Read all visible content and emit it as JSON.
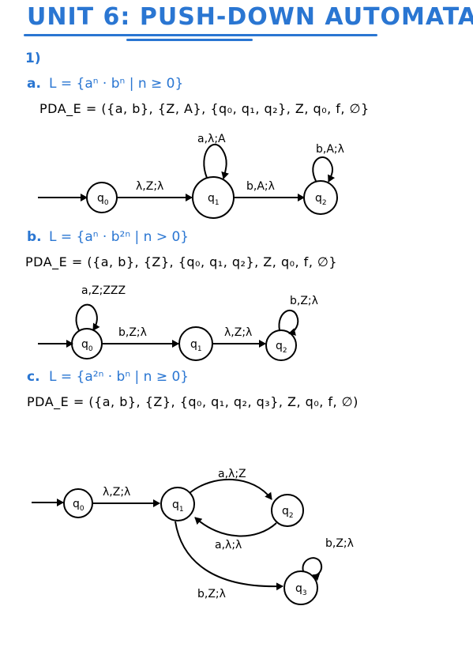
{
  "title": "UNIT 6: PUSH-DOWN AUTOMATA",
  "exercise": "1)",
  "parts": [
    {
      "label": "a.",
      "language": "L = {aⁿ · bⁿ | n ≥ 0}",
      "pda": "PDA_E = ({a, b}, {Z, A}, {q₀, q₁, q₂}, Z, q₀, f, ∅}",
      "states": [
        "q0",
        "q1",
        "q2"
      ],
      "transitions": [
        {
          "from": "q0",
          "to": "q1",
          "label": "λ,Z;λ"
        },
        {
          "from": "q1",
          "to": "q1",
          "label": "a,λ;A"
        },
        {
          "from": "q1",
          "to": "q2",
          "label": "b,A;λ"
        },
        {
          "from": "q2",
          "to": "q2",
          "label": "b,A;λ"
        }
      ]
    },
    {
      "label": "b.",
      "language": "L = {aⁿ · b²ⁿ | n > 0}",
      "pda": "PDA_E = ({a, b}, {Z}, {q₀, q₁, q₂}, Z, q₀, f, ∅}",
      "states": [
        "q0",
        "q1",
        "q2"
      ],
      "transitions": [
        {
          "from": "q0",
          "to": "q0",
          "label": "a,Z;ZZZ"
        },
        {
          "from": "q0",
          "to": "q1",
          "label": "b,Z;λ"
        },
        {
          "from": "q1",
          "to": "q2",
          "label": "λ,Z;λ"
        },
        {
          "from": "q2",
          "to": "q2",
          "label": "b,Z;λ"
        }
      ]
    },
    {
      "label": "c.",
      "language": "L = {a²ⁿ · bⁿ | n ≥ 0}",
      "pda": "PDA_E = ({a, b}, {Z}, {q₀, q₁, q₂, q₃}, Z, q₀, f, ∅)",
      "states": [
        "q0",
        "q1",
        "q2",
        "q3"
      ],
      "transitions": [
        {
          "from": "q0",
          "to": "q1",
          "label": "λ,Z;λ"
        },
        {
          "from": "q1",
          "to": "q2",
          "label": "a,λ;Z"
        },
        {
          "from": "q2",
          "to": "q1",
          "label": "a,λ;λ"
        },
        {
          "from": "q1",
          "to": "q3",
          "label": "b,Z;λ"
        },
        {
          "from": "q3",
          "to": "q3",
          "label": "b,Z;λ"
        }
      ]
    }
  ],
  "colors": {
    "accent": "#2a76d2",
    "ink": "#000000"
  }
}
